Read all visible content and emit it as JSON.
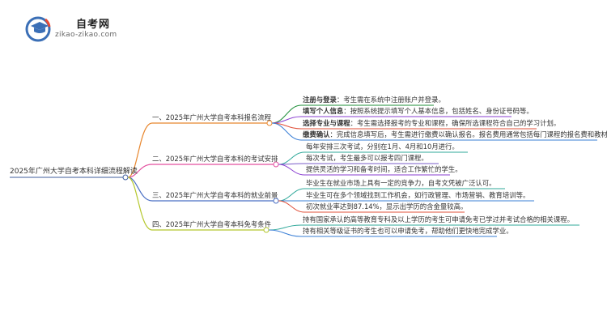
{
  "logo": {
    "title": "自考网",
    "subtitle": "zikao-zikao.com",
    "mark_icon": "graduation-cap-icon",
    "colors": {
      "primary": "#3b6fb6",
      "accent": "#e94b35"
    }
  },
  "root": {
    "label": "2025年广州大学自考本科详细流程解读"
  },
  "branches": [
    {
      "label": "一、2025年广州大学自考本科报名流程",
      "color": "#e8862d",
      "items": [
        {
          "title": "注册与登录",
          "text": "：考生需在系统中注册账户并登录。"
        },
        {
          "title": "填写个人信息",
          "text": "：按照系统提示填写个人基本信息，包括姓名、身份证号码等。"
        },
        {
          "title": "选择专业与课程",
          "text": "：考生需选择报考的专业和课程，确保所选课程符合自己的学习计划。"
        },
        {
          "title": "缴费确认",
          "text": "：完成信息填写后，考生需进行缴费以确认报名。报名费用通常包括每门课程的报名费和教材费。"
        }
      ]
    },
    {
      "label": "二、2025年广州大学自考本科的考试安排",
      "color": "#e34f9f",
      "items": [
        {
          "title": "",
          "text": "每年安排三次考试，分别在1月、4月和10月进行。"
        },
        {
          "title": "",
          "text": "每次考试，考生最多可以报考四门课程。"
        },
        {
          "title": "",
          "text": "提供灵活的学习和备考时间，适合工作繁忙的学生。"
        }
      ]
    },
    {
      "label": "三、2025年广州大学自考本科的就业前景",
      "color": "#4a6fc4",
      "items": [
        {
          "title": "",
          "text": "毕业生在就业市场上具有一定的竞争力，自考文凭被广泛认可。"
        },
        {
          "title": "",
          "text": "毕业生可在多个领域找到工作机会，如行政管理、市场营销、教育培训等。"
        },
        {
          "title": "",
          "text": "初次就业率达到87.14%，显示出学历的含金量较高。"
        }
      ]
    },
    {
      "label": "四、2025年广州大学自考本科免考条件",
      "color": "#b5c82e",
      "items": [
        {
          "title": "",
          "text": "持有国家承认的高等教育专科及以上学历的考生可申请免考已学过并考试合格的相关课程。"
        },
        {
          "title": "",
          "text": "持有相关等级证书的考生也可以申请免考，帮助他们更快地完成学业。"
        }
      ]
    }
  ],
  "colors": {
    "root_line": "#3f5e9e",
    "item_line_1": "#1f8f3a",
    "item_line_2": "#8a3fd1",
    "item_line_3": "#e0503a",
    "item_line_4": "#3a7fd6"
  }
}
